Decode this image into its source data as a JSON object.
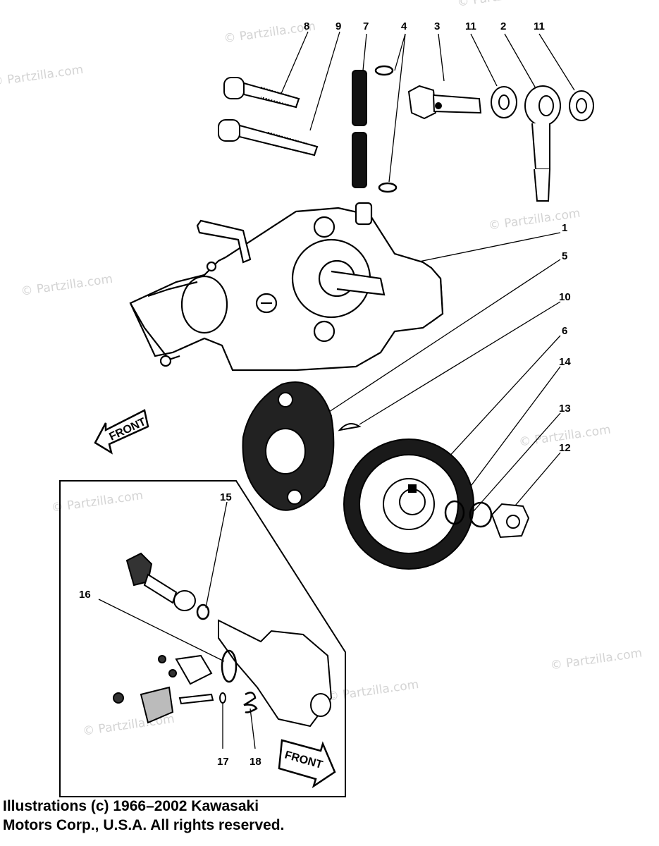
{
  "watermark": "© Partzilla.com",
  "copyright": {
    "line1": "Illustrations (c) 1966–2002 Kawasaki",
    "line2": "Motors Corp., U.S.A.  All rights reserved."
  },
  "front_labels": {
    "upper": "FRONT",
    "lower": "FRONT"
  },
  "callouts": {
    "c1": "1",
    "c2": "2",
    "c3": "3",
    "c4": "4",
    "c5": "5",
    "c6": "6",
    "c7": "7",
    "c8": "8",
    "c9": "9",
    "c10": "10",
    "c11a": "11",
    "c11b": "11",
    "c12": "12",
    "c13": "13",
    "c14": "14",
    "c15": "15",
    "c16": "16",
    "c17": "17",
    "c18": "18"
  }
}
